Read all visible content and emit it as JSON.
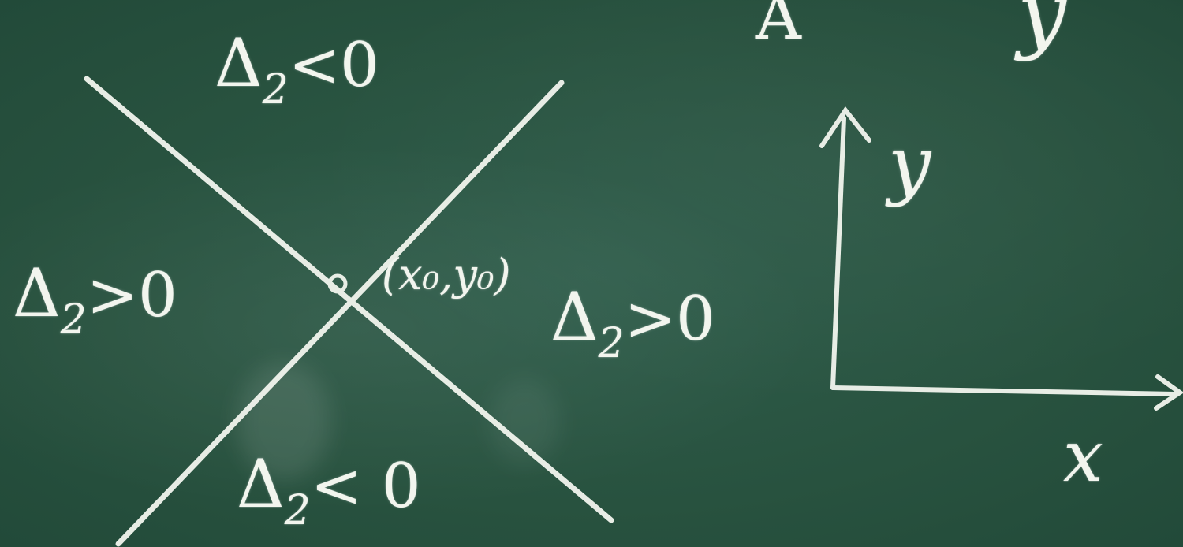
{
  "board": {
    "regions": {
      "top": {
        "delta": "Δ",
        "sub": "2",
        "relation": "<0"
      },
      "left": {
        "delta": "Δ",
        "sub": "2",
        "relation": ">0"
      },
      "right": {
        "delta": "Δ",
        "sub": "2",
        "relation": ">0"
      },
      "bottom": {
        "delta": "Δ",
        "sub": "2",
        "relation": "< 0"
      }
    },
    "point_label": "(x₀,y₀)",
    "axes": {
      "y_label": "y",
      "x_label": "x"
    },
    "corner_text_a": "A",
    "corner_text_y": "y"
  },
  "colors": {
    "board": "#2a5645",
    "chalk": "#f2f5ee"
  }
}
